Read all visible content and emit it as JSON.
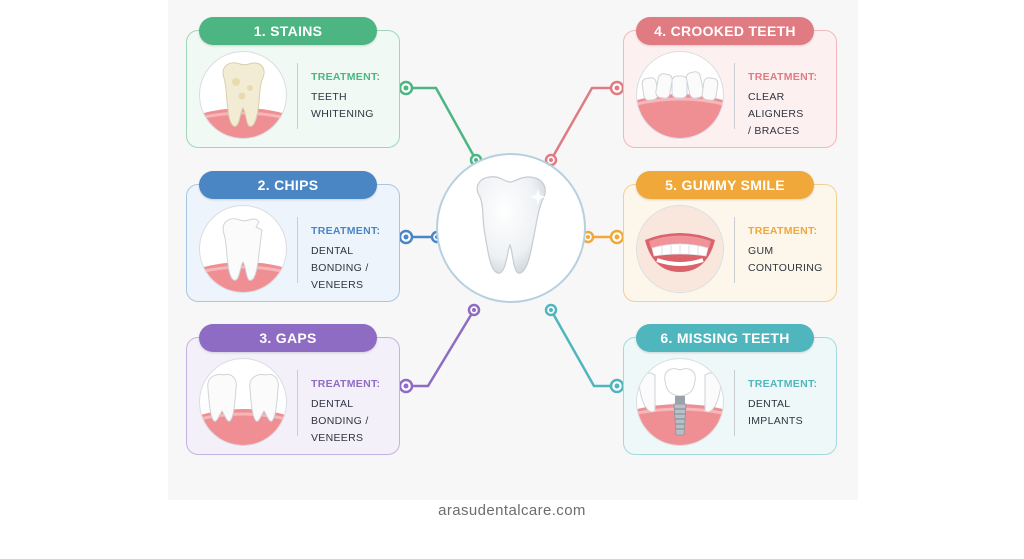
{
  "footer": {
    "site": "arasudentalcare.com"
  },
  "treatment_label": "TREATMENT:",
  "cards": [
    {
      "title": "1. STAINS",
      "treatment": [
        "TEETH",
        "WHITENING"
      ],
      "color": "#4cb582",
      "border": "#9fd6b9",
      "bg": "#f1f9f4"
    },
    {
      "title": "2. CHIPS",
      "treatment": [
        "DENTAL",
        "BONDING /",
        "VENEERS"
      ],
      "color": "#4a86c4",
      "border": "#a7c6e4",
      "bg": "#eef4fb"
    },
    {
      "title": "3. GAPS",
      "treatment": [
        "DENTAL",
        "BONDING /",
        "VENEERS"
      ],
      "color": "#8e6cc4",
      "border": "#c4b2e0",
      "bg": "#f4f0fa"
    },
    {
      "title": "4. CROOKED TEETH",
      "treatment": [
        "CLEAR",
        "ALIGNERS",
        "/ BRACES"
      ],
      "color": "#e07b82",
      "border": "#f0b9bc",
      "bg": "#fcf0f0"
    },
    {
      "title": "5. GUMMY SMILE",
      "treatment": [
        "GUM",
        "CONTOURING"
      ],
      "color": "#f0a83a",
      "border": "#f3cf92",
      "bg": "#fdf6ea"
    },
    {
      "title": "6. MISSING TEETH",
      "treatment": [
        "DENTAL",
        "IMPLANTS"
      ],
      "color": "#4fb6be",
      "border": "#a4d9dd",
      "bg": "#eef8f9"
    }
  ]
}
